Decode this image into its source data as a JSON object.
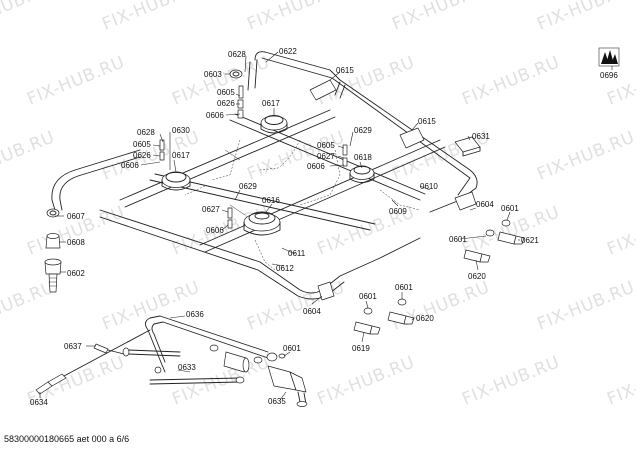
{
  "watermark": "FIX-HUB.RU",
  "footer_text": "58300000180665 aet 000 a 6/6",
  "part_labels": [
    "0628",
    "0622",
    "0603",
    "0615",
    "0605",
    "0626",
    "0617",
    "0606",
    "0628",
    "0630",
    "0605",
    "0626",
    "0617",
    "0606",
    "0629",
    "0615",
    "0631",
    "0605",
    "0627",
    "0618",
    "0606",
    "0610",
    "0629",
    "0616",
    "0627",
    "0606",
    "0609",
    "0604",
    "0601",
    "0601",
    "0621",
    "0611",
    "0612",
    "0620",
    "0607",
    "0608",
    "0602",
    "0604",
    "0601",
    "0601",
    "0620",
    "0619",
    "0636",
    "0637",
    "0601",
    "0633",
    "0634",
    "0635",
    "0696"
  ]
}
